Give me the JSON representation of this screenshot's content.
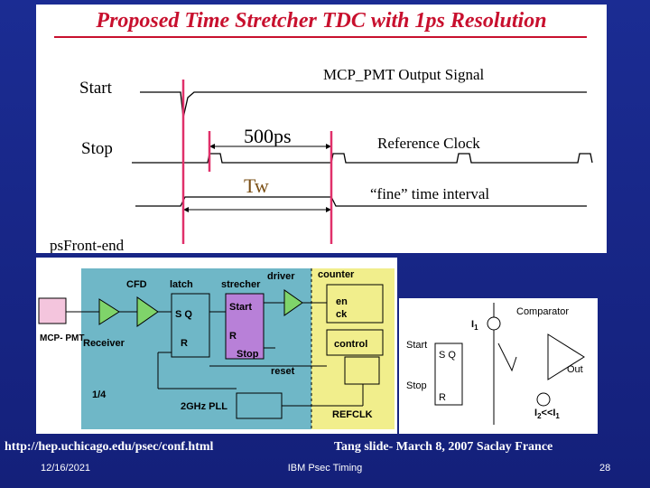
{
  "slide": {
    "title": "Proposed Time Stretcher TDC with 1ps Resolution",
    "footer_url": "http://hep.uchicago.edu/psec/conf.html",
    "footer_credit": "Tang slide- March 8, 2007 Saclay France",
    "date": "12/16/2021",
    "center_footer": "IBM Psec Timing",
    "page_number": "28"
  },
  "timing": {
    "start_label": "Start",
    "stop_label": "Stop",
    "pulse_width_label": "500ps",
    "tw_label": "Tw",
    "mcp_label": "MCP_PMT Output Signal",
    "ref_clock_label": "Reference Clock",
    "fine_label": "“fine” time interval"
  },
  "frontend": {
    "section_label": "psFront-end",
    "mcp_pmt": "MCP-\nPMT",
    "cfd": "CFD",
    "latch": "latch",
    "strecher": "strecher",
    "driver": "driver",
    "counter": "counter",
    "receiver": "Receiver",
    "sq": "S Q",
    "r": "R",
    "start": "Start",
    "stretch_r": "R",
    "stop": "Stop",
    "en": "en",
    "ck": "ck",
    "control": "control",
    "reset": "reset",
    "quarter": "1/4",
    "pll": "2GHz PLL",
    "refclk": "REFCLK"
  },
  "comparator": {
    "comparator": "Comparator",
    "i1": "I",
    "i1_sub": "1",
    "start": "Start",
    "sq": "S  Q",
    "stop": "Stop",
    "r": "R",
    "out": "Out",
    "i2": "I",
    "i2_sub": "2",
    "i2_rel": "<<I",
    "i2_rel_sub": "1"
  }
}
